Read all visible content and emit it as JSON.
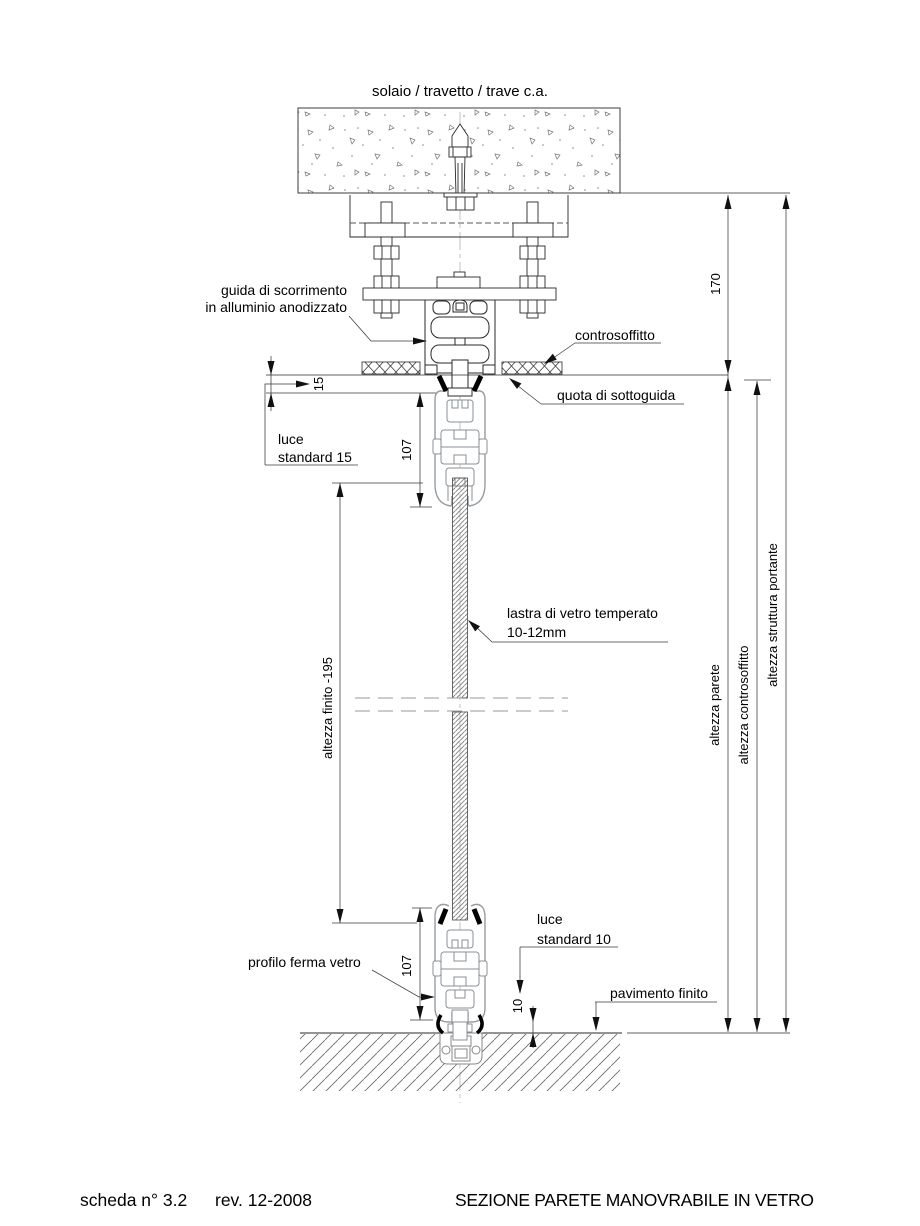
{
  "drawing": {
    "top_label": "solaio / travetto / trave c.a.",
    "labels": {
      "guida_line1": "guida di scorrimento",
      "guida_line2": "in alluminio anodizzato",
      "controsoffitto": "controsoffitto",
      "quota_sottoguida": "quota di sottoguida",
      "luce_top_line1": "luce",
      "luce_top_line2": "standard 15",
      "lastra_line1": "lastra di vetro temperato",
      "lastra_line2": "10-12mm",
      "luce_bottom_line1": "luce",
      "luce_bottom_line2": "standard 10",
      "profilo_ferma_vetro": "profilo ferma vetro",
      "pavimento_finito": "pavimento finito"
    },
    "dimensions": {
      "gap_top": "15",
      "profile_top": "107",
      "glass_height": "altezza finito -195",
      "profile_bottom": "107",
      "gap_bottom": "10",
      "structure_offset": "170",
      "wall_height": "altezza parete",
      "ceiling_height": "altezza controsoffitto",
      "structure_height": "altezza struttura portante"
    },
    "colors": {
      "main_line": "#2a2a2a",
      "dim_line": "#3a3a3a",
      "profile_grey": "#979da3",
      "hatch": "#666666",
      "background": "#ffffff"
    }
  },
  "footer": {
    "sheet": "scheda n° 3.2",
    "revision": "rev. 12-2008",
    "title": "SEZIONE PARETE MANOVRABILE IN VETRO"
  }
}
